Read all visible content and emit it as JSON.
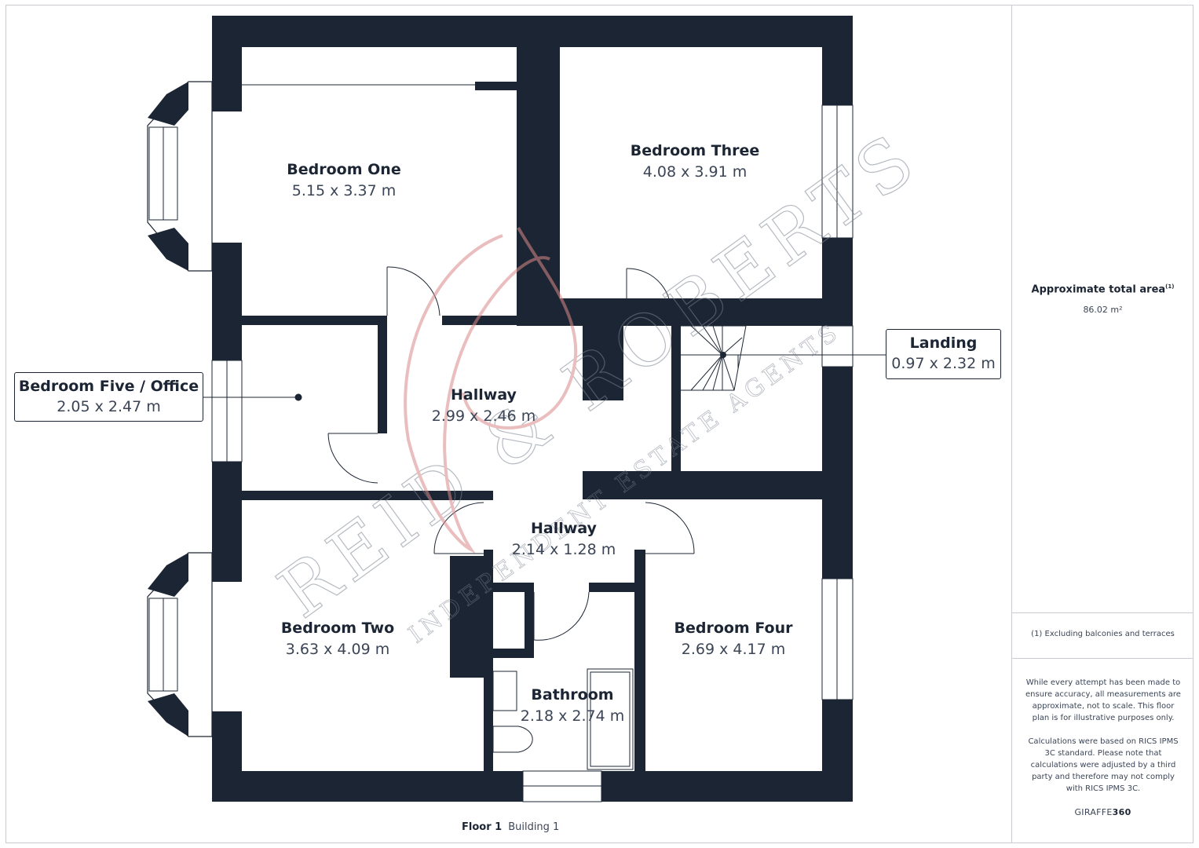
{
  "rooms": {
    "bedroom_one": {
      "name": "Bedroom One",
      "dim": "5.15 x 3.37 m"
    },
    "bedroom_three": {
      "name": "Bedroom Three",
      "dim": "4.08 x 3.91 m"
    },
    "hallway_upper": {
      "name": "Hallway",
      "dim": "2.99 x 2.46 m"
    },
    "hallway_lower": {
      "name": "Hallway",
      "dim": "2.14 x 1.28 m"
    },
    "bedroom_two": {
      "name": "Bedroom Two",
      "dim": "3.63 x 4.09 m"
    },
    "bedroom_four": {
      "name": "Bedroom Four",
      "dim": "2.69 x 4.17 m"
    },
    "bathroom": {
      "name": "Bathroom",
      "dim": "2.18 x 2.74 m"
    }
  },
  "callouts": {
    "bedroom_five": {
      "name": "Bedroom Five / Office",
      "dim": "2.05 x 2.47 m"
    },
    "landing": {
      "name": "Landing",
      "dim": "0.97 x 2.32 m"
    }
  },
  "sidebar": {
    "area_title": "Approximate total area",
    "area_sup": "(1)",
    "area_value": "86.02 m²",
    "footnote": "(1) Excluding balconies and terraces",
    "disclaimer_1": "While every attempt has been made to ensure accuracy, all measurements are approximate, not to scale. This floor plan is for illustrative purposes only.",
    "disclaimer_2": "Calculations were based on RICS IPMS 3C standard. Please note that calculations were adjusted by a third party and therefore may not comply with RICS IPMS 3C.",
    "brand_light": "GIRAFFE",
    "brand_bold": "360"
  },
  "footer": {
    "floor": "Floor 1",
    "building": "Building 1"
  },
  "watermark": {
    "main": "REID & ROBERTS",
    "sub": "INDEPENDENT ESTATE AGENTS"
  },
  "colors": {
    "wall": "#1c2533",
    "watermark": "#d98a8a"
  }
}
